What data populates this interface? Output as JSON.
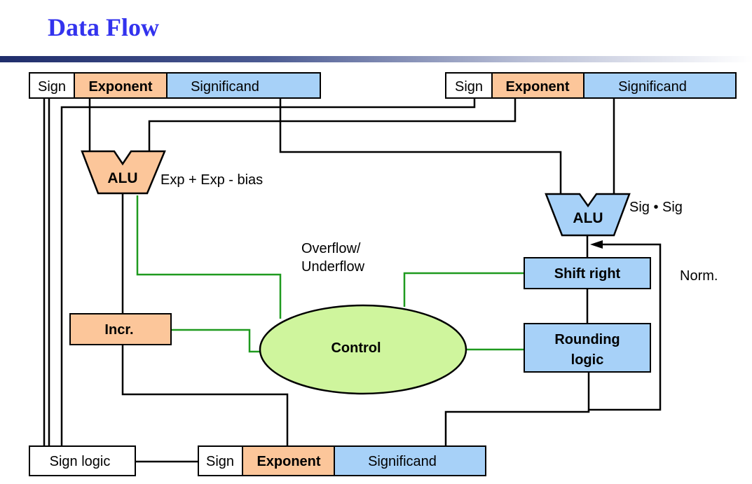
{
  "title": "Data Flow",
  "colors": {
    "exponent_fill": "#fcc69a",
    "significand_fill": "#a7d1f8",
    "sign_fill": "#ffffff",
    "control_fill": "#cff59d",
    "control_line": "#1f9a1f",
    "data_line": "#000000",
    "title": "#3333ee"
  },
  "operand_a": {
    "sign": "Sign",
    "exponent": "Exponent",
    "significand": "Significand"
  },
  "operand_b": {
    "sign": "Sign",
    "exponent": "Exponent",
    "significand": "Significand"
  },
  "result": {
    "sign": "Sign",
    "exponent": "Exponent",
    "significand": "Significand"
  },
  "exp_alu": {
    "label": "ALU",
    "annotation": "Exp + Exp - bias"
  },
  "sig_alu": {
    "label": "ALU",
    "annotation": "Sig • Sig"
  },
  "increment": "Incr.",
  "shift_right": "Shift right",
  "rounding": {
    "line1": "Rounding",
    "line2": "logic"
  },
  "normalize": "Norm.",
  "control": "Control",
  "overflow": {
    "line1": "Overflow/",
    "line2": "Underflow"
  },
  "sign_logic": "Sign logic"
}
